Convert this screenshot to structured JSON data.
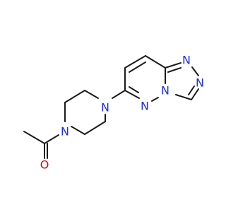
{
  "molecule": {
    "atoms": [
      {
        "id": "a_o",
        "label": "O",
        "color": "#e8000b"
      },
      {
        "id": "a_n_pip1",
        "label": "N",
        "color": "#1f2fe0"
      },
      {
        "id": "a_n_pip2",
        "label": "N",
        "color": "#1f2fe0"
      },
      {
        "id": "a_n_pyd",
        "label": "N",
        "color": "#1f2fe0"
      },
      {
        "id": "a_n_bridge",
        "label": "N",
        "color": "#1f2fe0"
      },
      {
        "id": "a_n_tri1",
        "label": "N",
        "color": "#1f2fe0"
      },
      {
        "id": "a_n_tri2",
        "label": "N",
        "color": "#1f2fe0"
      }
    ],
    "bond_color": "#1a1a1a"
  }
}
